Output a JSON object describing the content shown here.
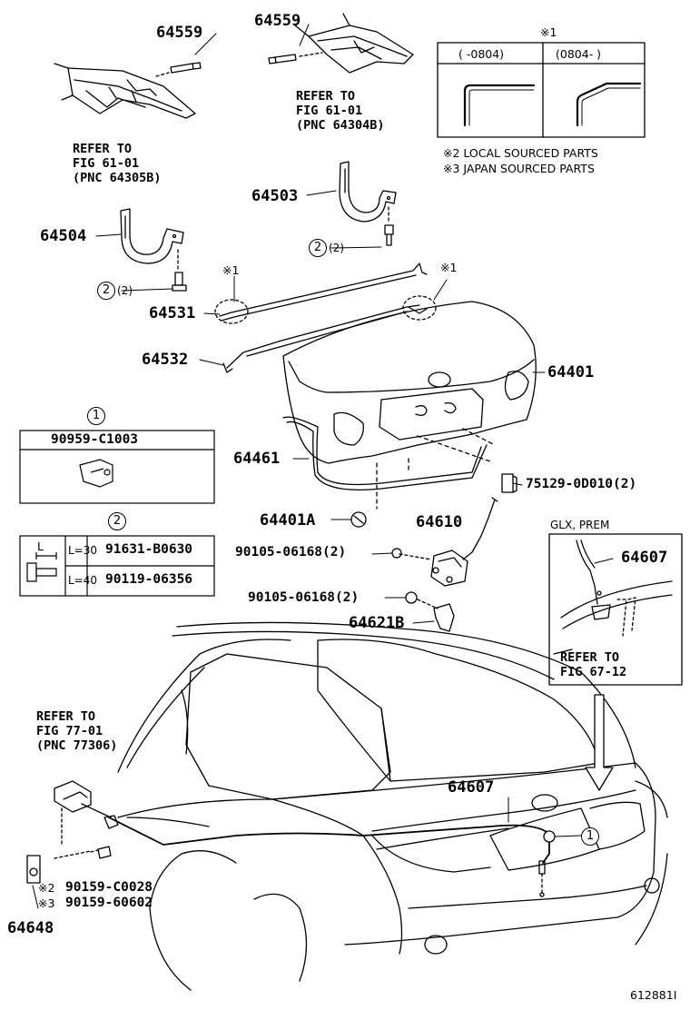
{
  "parts": {
    "p64559a": "64559",
    "p64559b": "64559",
    "p64503": "64503",
    "p64504": "64504",
    "p64531": "64531",
    "p64532": "64532",
    "p64401": "64401",
    "p64461": "64461",
    "p75129": "75129-0D010(2)",
    "p64401A": "64401A",
    "p64610": "64610",
    "p90105a": "90105-06168(2)",
    "p90105b": "90105-06168(2)",
    "p64621B": "64621B",
    "p64607a": "64607",
    "p64607b": "64607",
    "p90159c": "90159-C0028",
    "p90159s": "90159-60602",
    "p64648": "64648"
  },
  "refs": {
    "ref_top_left": "REFER TO\nFIG 61-01\n(PNC 64305B)",
    "ref_top_mid": "REFER TO\nFIG 61-01\n(PNC 64304B)",
    "ref_glx": "REFER TO\nFIG 67-12",
    "ref_bottom_left": "REFER TO\nFIG 77-01\n(PNC 77306)"
  },
  "qty": {
    "q2a": "(2)",
    "q2b": "(2)"
  },
  "markers": {
    "circle1": "1",
    "circle2": "2",
    "note1": "※1",
    "note2": "※2",
    "note3": "※3"
  },
  "legend": {
    "title": "※1",
    "col1": "(     -0804)",
    "col2": "(0804-     )",
    "line2": "※2 LOCAL SOURCED PARTS",
    "line3": "※3 JAPAN SOURCED PARTS"
  },
  "box1": {
    "part": "90959-C1003"
  },
  "box2": {
    "row1_len": "L=30",
    "row1_part": "91631-B0630",
    "row2_len": "L=40",
    "row2_part": "90119-06356",
    "dim": "L"
  },
  "glx_box": {
    "title": "GLX, PREM"
  },
  "footer": {
    "code": "612881I"
  }
}
